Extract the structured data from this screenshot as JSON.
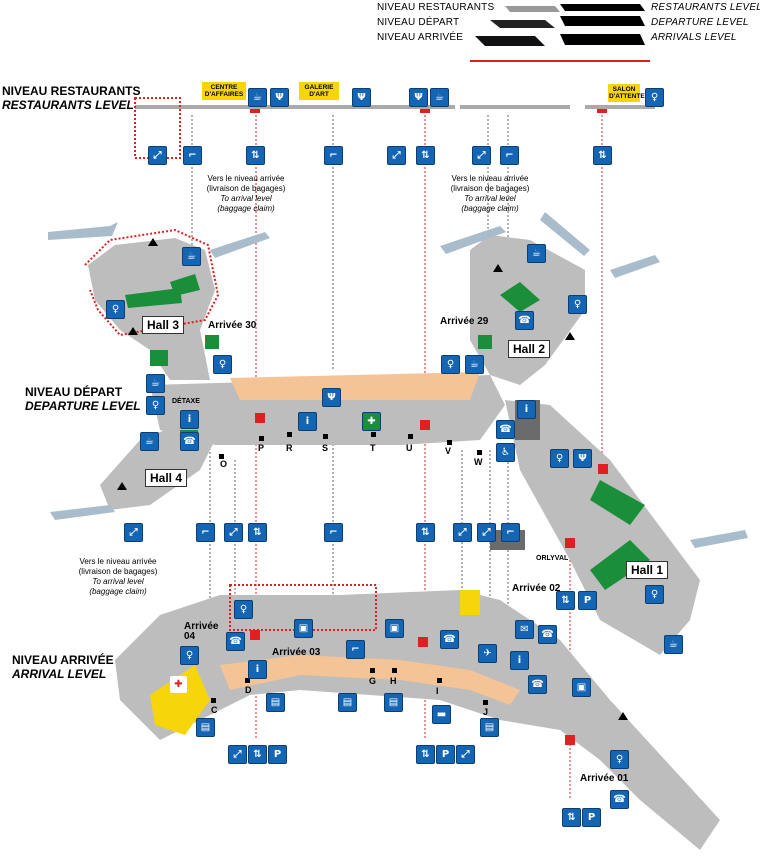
{
  "legend": {
    "restaurants_fr": "NIVEAU RESTAURANTS",
    "departure_fr": "NIVEAU DÉPART",
    "arrival_fr": "NIVEAU ARRIVÉE",
    "restaurants_en": "RESTAURANTS LEVEL",
    "departure_en": "DEPARTURE LEVEL",
    "arrival_en": "ARRIVALS LEVEL"
  },
  "levels": {
    "restaurants_fr": "NIVEAU RESTAURANTS",
    "restaurants_en": "RESTAURANTS LEVEL",
    "departure_fr": "NIVEAU DÉPART",
    "departure_en": "DEPARTURE LEVEL",
    "arrival_fr": "NIVEAU ARRIVÉE",
    "arrival_en": "ARRIVAL LEVEL"
  },
  "yellow_boxes": {
    "business": "CENTRE D'AFFAIRES",
    "gallery": "GALERIE D'ART",
    "lounge": "SALON D'ATTENTE"
  },
  "notes": {
    "line1": "Vers le niveau arrivée",
    "line2": "(livraison de bagages)",
    "line3": "To arrival level",
    "line4": "(baggage claim)"
  },
  "halls": {
    "h1": "Hall 1",
    "h2": "Hall 2",
    "h3": "Hall 3",
    "h4": "Hall 4"
  },
  "arrivals": {
    "a30": "Arrivée 30",
    "a29": "Arrivée 29",
    "a04": "Arrivée 04",
    "a03": "Arrivée 03",
    "a02": "Arrivée 02",
    "a01": "Arrivée 01"
  },
  "labels": {
    "detaxe": "DÉTAXE",
    "orlyval": "ORLYVAL"
  },
  "departure_gates": [
    "O",
    "P",
    "R",
    "S",
    "T",
    "U",
    "V",
    "W"
  ],
  "arrival_gates": [
    "C",
    "D",
    "G",
    "H",
    "I",
    "J"
  ],
  "colors": {
    "accent_blue": "#1565b5",
    "floor_gray": "#b5b5b5",
    "restaurant_green": "#1b8e3a",
    "highlight_yellow": "#f6d50a",
    "shop_orange": "#f6c79a",
    "route_red": "#e02020"
  },
  "icons": [
    "stairs-icon",
    "escalator-icon",
    "elevator-icon",
    "restaurant-icon",
    "cafe-icon",
    "toilet-icon",
    "information-icon",
    "first-aid-icon",
    "luggage-icon",
    "taxi-icon",
    "bus-icon",
    "parking-icon",
    "telephone-icon",
    "airplane-icon"
  ]
}
